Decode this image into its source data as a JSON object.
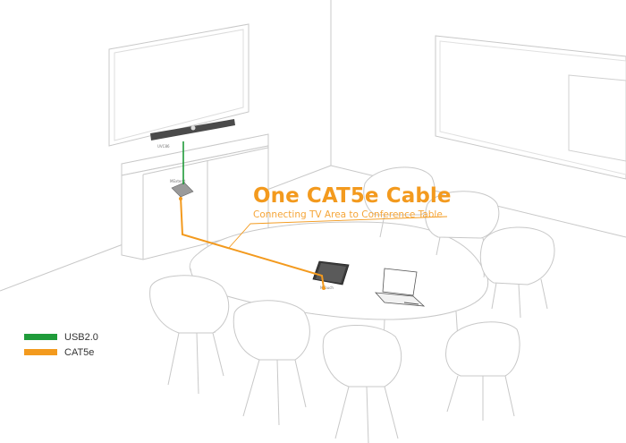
{
  "callout": {
    "title": "One CAT5e Cable",
    "subtitle": "Connecting TV Area to Conference Table"
  },
  "legend": [
    {
      "label": "USB2.0",
      "color": "#1f9b3a"
    },
    {
      "label": "CAT5e",
      "color": "#f39a1e"
    }
  ],
  "colors": {
    "usb": "#1f9b3a",
    "cat5e": "#f39a1e",
    "wall_line": "#c8c8c8",
    "fill": "#ffffff"
  }
}
